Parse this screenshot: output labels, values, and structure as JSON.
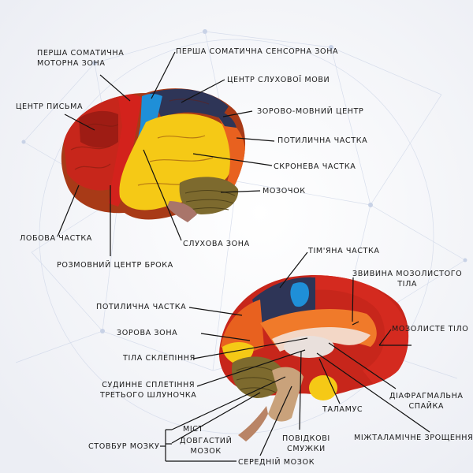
{
  "diagram_1": {
    "labels": {
      "motor_zone": "ПЕРША СОМАТИЧНА\nМОТОРНА ЗОНА",
      "sensory_zone": "ПЕРША СОМАТИЧНА СЕНСОРНА ЗОНА",
      "auditory_speech": "ЦЕНТР СЛУХОВОЇ МОВИ",
      "writing_center": "ЦЕНТР ПИСЬМА",
      "visual_speech": "ЗОРОВО-МОВНИЙ ЦЕНТР",
      "occipital": "ПОТИЛИЧНА ЧАСТКА",
      "temporal": "СКРОНЕВА ЧАСТКА",
      "cerebellum": "МОЗОЧОК",
      "frontal": "ЛОБОВА ЧАСТКА",
      "auditory_zone": "СЛУХОВА ЗОНА",
      "broca": "РОЗМОВНИЙ ЦЕНТР БРОКА"
    }
  },
  "diagram_2": {
    "labels": {
      "parietal": "ТІМ'ЯНА ЧАСТКА",
      "cingulate": "ЗВИВИНА МОЗОЛИСТОГО\nТІЛА",
      "occipital": "ПОТИЛИЧНА ЧАСТКА",
      "corpus_callosum": "МОЗОЛИСТЕ ТІЛО",
      "visual_zone": "ЗОРОВА ЗОНА",
      "fornix": "ТІЛА СКЛЕПІННЯ",
      "choroid_plexus": "СУДИННЕ СПЛЕТІННЯ\nТРЕТЬОГО ШЛУНОЧКА",
      "diaphragm_commissure": "ДІАФРАГМАЛЬНА\nСПАЙКА",
      "thalamus": "ТАЛАМУС",
      "pons": "МІСТ",
      "medulla": "ДОВГАСТИЙ\nМОЗОК",
      "brainstem": "СТОВБУР МОЗКУ",
      "habenular": "ПОВІДКОВІ\nСМУЖКИ",
      "interthalamic": "МІЖТАЛАМІЧНЕ ЗРОЩЕННЯ",
      "midbrain": "СЕРЕДНІЙ МОЗОК"
    }
  },
  "colors": {
    "red": "#d42a1f",
    "dark_red": "#9e1c14",
    "orange": "#e8611f",
    "brown_orange": "#b8451b",
    "blue": "#1f8fd8",
    "navy": "#2e3557",
    "yellow": "#f5c916",
    "olive": "#7d6a2e",
    "background": "#f5f6fa"
  }
}
